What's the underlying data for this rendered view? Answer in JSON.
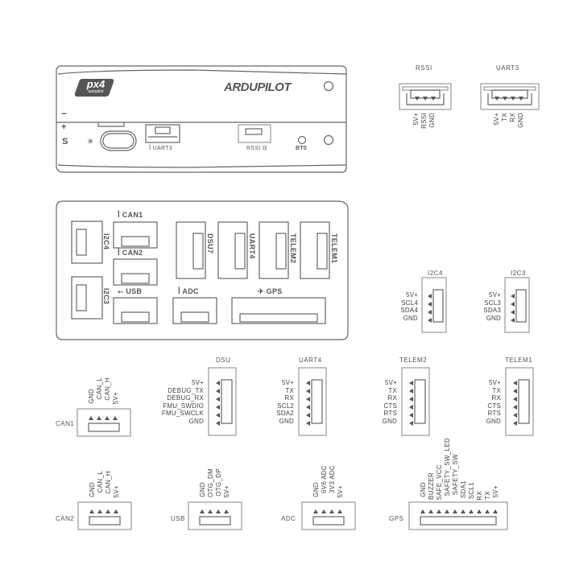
{
  "front_panel": {
    "logo_px4_main": "px4",
    "logo_px4_sub": "autopilot",
    "logo_ardupilot": "ARDUPILOT",
    "power_minus": "−",
    "power_plus": "+",
    "power_signal": "S",
    "uart3_label": "UART3",
    "rssi_label": "RSSI",
    "bt0_label": "BT0"
  },
  "top_pinouts": [
    {
      "title": "RSSI",
      "pins": [
        "5V+",
        "RSSI",
        "GND"
      ]
    },
    {
      "title": "UART3",
      "pins": [
        "5V+",
        "TX",
        "RX",
        "GND"
      ]
    }
  ],
  "rear_panel": {
    "ports": [
      "CAN1",
      "CAN2",
      "USB",
      "ADC",
      "GPS",
      "I2C4",
      "I2C3",
      "DSU7",
      "UART4",
      "TELEM2",
      "TELEM1"
    ]
  },
  "side_pinouts": [
    {
      "title": "I2C4",
      "pins": [
        "5V+",
        "SCL4",
        "SDA4",
        "GND"
      ]
    },
    {
      "title": "I2C3",
      "pins": [
        "5V+",
        "SCL3",
        "SDA3",
        "GND"
      ]
    }
  ],
  "row_pinouts": [
    {
      "title": "DSU",
      "pins": [
        "5V+",
        "DEBUG_TX",
        "DEBUG_RX",
        "FMU_SWDIO",
        "FMU_SWCLK",
        "GND"
      ]
    },
    {
      "title": "UART4",
      "pins": [
        "5V+",
        "TX",
        "RX",
        "SCL2",
        "SDA2",
        "GND"
      ]
    },
    {
      "title": "TELEM2",
      "pins": [
        "5V+",
        "TX",
        "RX",
        "CTS",
        "RTS",
        "GND"
      ]
    },
    {
      "title": "TELEM1",
      "pins": [
        "5V+",
        "TX",
        "RX",
        "CTS",
        "RTS",
        "GND"
      ]
    }
  ],
  "bottom_pinouts": [
    {
      "title": "CAN1",
      "pins": [
        "GND",
        "CAN_L",
        "CAN_H",
        "5V+"
      ]
    },
    {
      "title": "CAN2",
      "pins": [
        "GND",
        "CAN_L",
        "CAN_H",
        "5V+"
      ]
    },
    {
      "title": "USB",
      "pins": [
        "GND",
        "OTG_DM",
        "OTG_DP",
        "5V+"
      ]
    },
    {
      "title": "ADC",
      "pins": [
        "GND",
        "6V6 ADC",
        "3V3 ADC",
        "5V+"
      ]
    },
    {
      "title": "GPS",
      "pins": [
        "GND",
        "BUZZER",
        "SAFE_VCC",
        "SAFETY_SW_LED",
        "SAFETY_SW",
        "SDA1",
        "SCL1",
        "RX",
        "TX",
        "5V+"
      ]
    }
  ]
}
